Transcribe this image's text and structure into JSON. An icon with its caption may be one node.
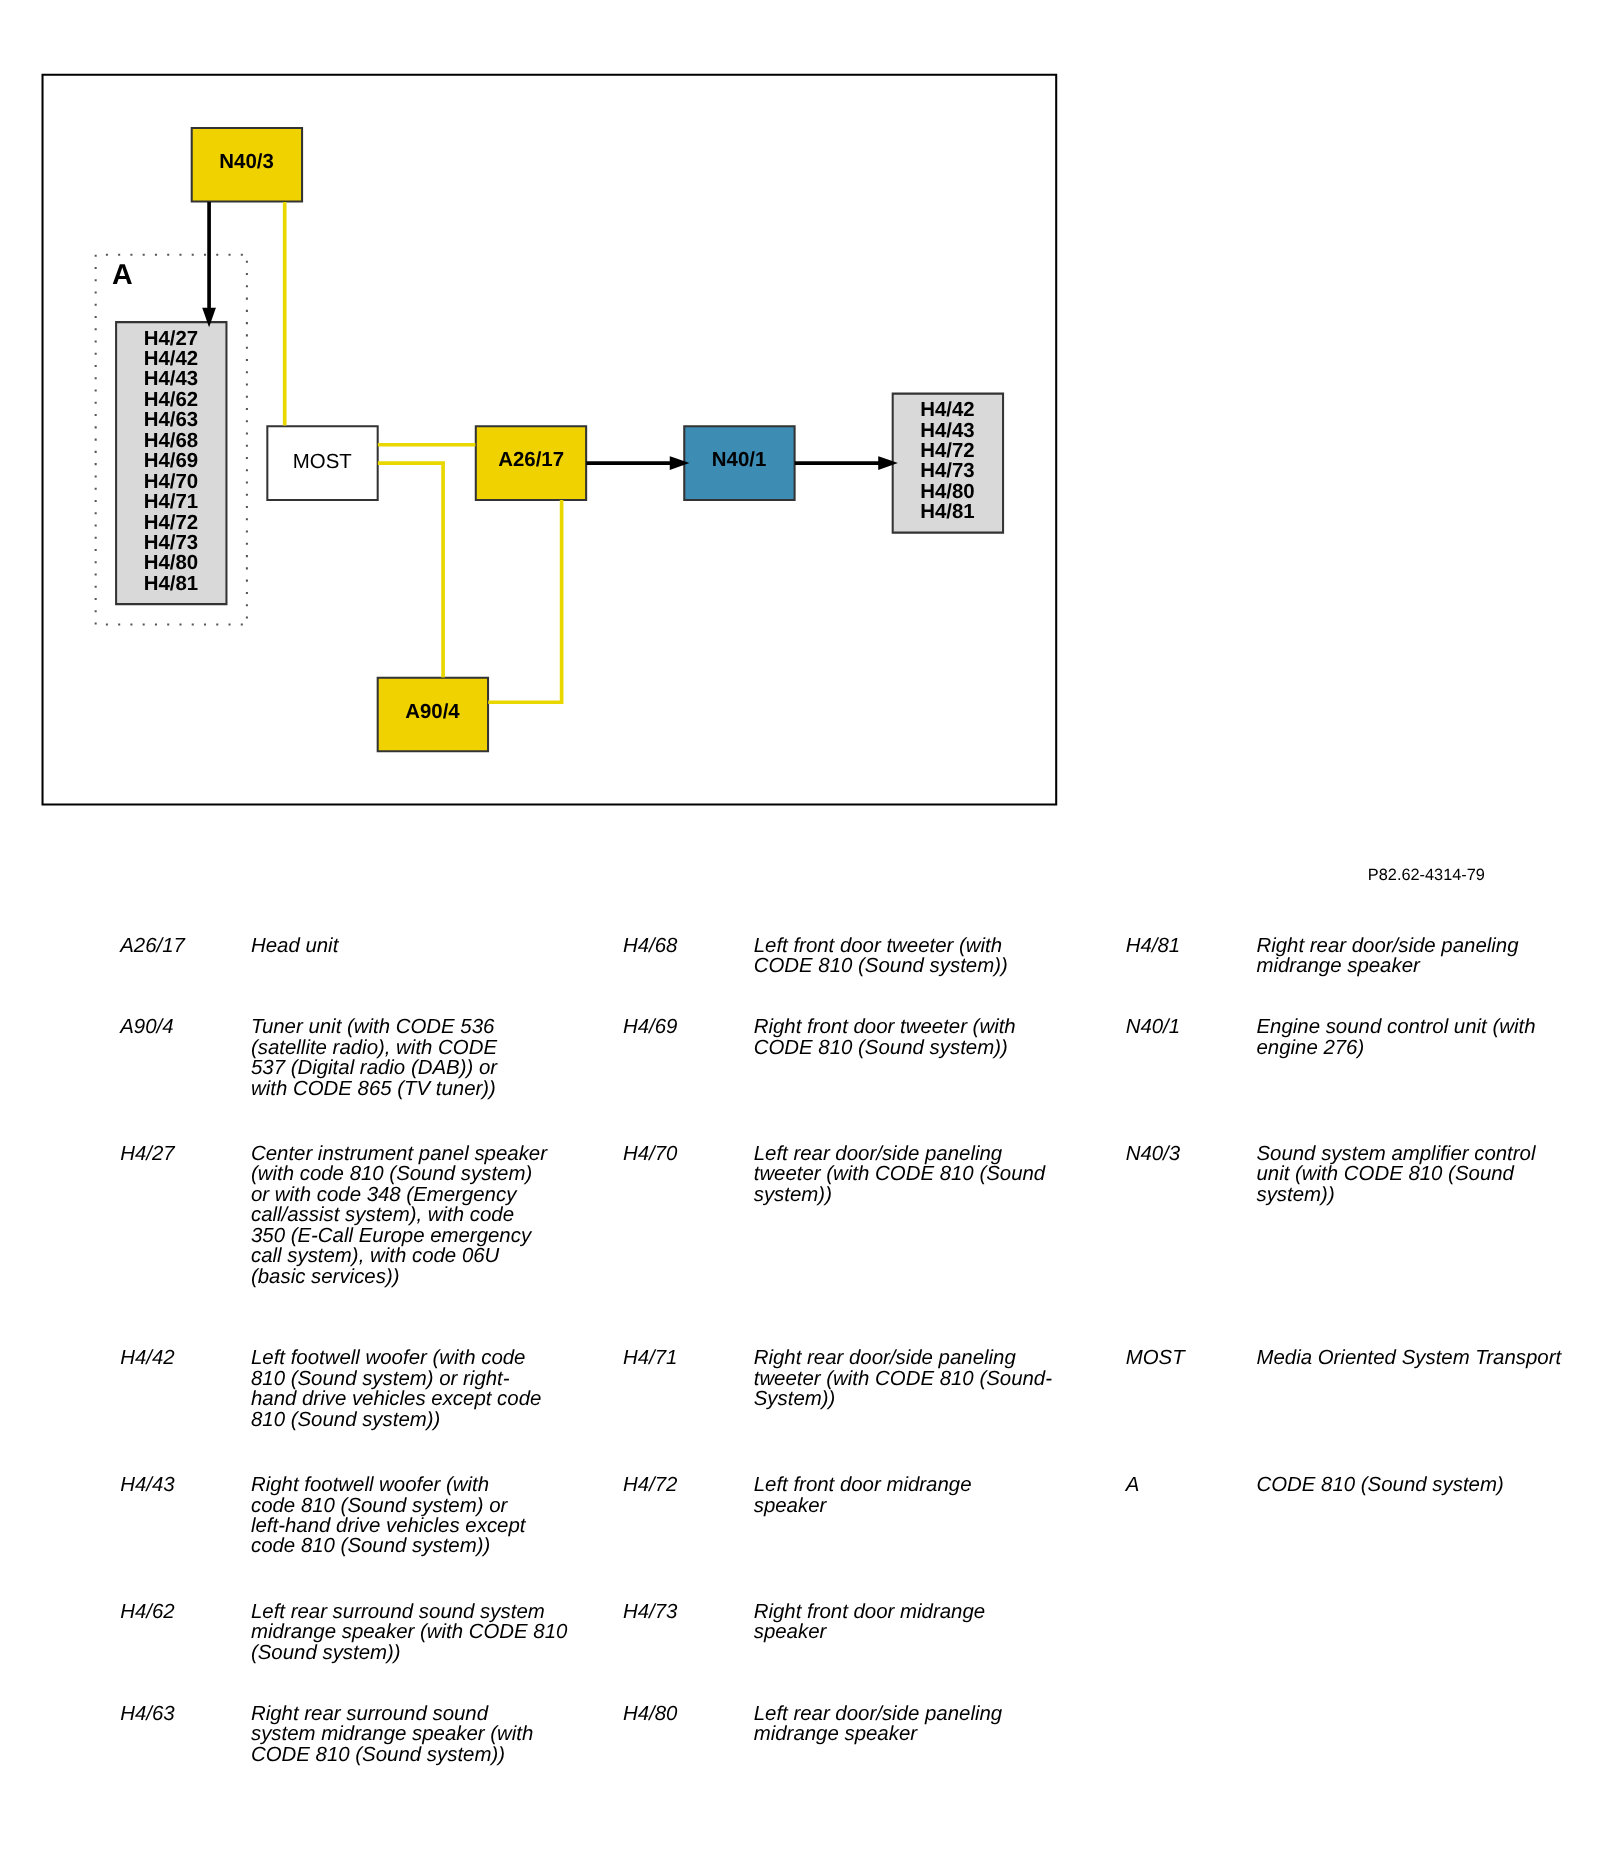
{
  "diagram": {
    "nodes": [
      {
        "text": [],
        "shape": "box"
      },
      {
        "text": [
          "A"
        ],
        "in": 0
      },
      {
        "text": [
          "H4/27",
          "H4/42",
          "H4/43",
          "H4/62",
          "H4/63",
          "H4/68",
          "H4/69",
          "H4/70",
          "H4/71",
          "H4/72",
          "H4/73",
          "H4/80",
          "H4/81"
        ],
        "in": 1
      },
      {
        "text": [
          "N40/3"
        ],
        "in": 0
      },
      {
        "text": [
          "MOST"
        ],
        "in": 0
      },
      {
        "text": [
          "A26/17"
        ],
        "in": 0
      },
      {
        "text": [
          "N40/1"
        ],
        "in": 0
      },
      {
        "text": [
          "H4/42",
          "H4/43",
          "H4/72",
          "H4/73",
          "H4/80",
          "H4/81"
        ],
        "in": 0
      },
      {
        "text": [
          "A90/4"
        ],
        "in": 0
      }
    ],
    "edges": [
      {
        "from": 3,
        "to": 2,
        "arrow": "to",
        "color": "#000000"
      },
      {
        "from": 3,
        "to": 4,
        "arrow": "none",
        "color": "#e8d800"
      },
      {
        "from": 4,
        "to": 5,
        "arrow": "none",
        "color": "#e8d800"
      },
      {
        "from": 8,
        "to": 5,
        "arrow": "none",
        "color": "#e8d800"
      },
      {
        "from": 8,
        "to": 4,
        "arrow": "none",
        "color": "#e8d800"
      },
      {
        "from": 5,
        "to": 6,
        "arrow": "to",
        "color": "#000000"
      },
      {
        "from": 6,
        "to": 7,
        "arrow": "to",
        "color": "#000000"
      }
    ],
    "labels": [
      "P82.62-4314-79",
      "A26/17",
      "Head unit",
      "H4/68",
      "Left front door tweeter (with CODE 810 (Sound system))",
      "H4/81",
      "Right rear door/side paneling midrange speaker",
      "A90/4",
      "Tuner unit (with CODE 536 (satellite radio), with CODE 537 (Digital radio (DAB)) or with CODE 865 (TV tuner))",
      "H4/69",
      "Right front door tweeter (with CODE 810 (Sound system))",
      "N40/1",
      "Engine sound control unit (with engine 276)",
      "H4/27",
      "Center instrument panel speaker (with code 810 (Sound system) or with code 348 (Emergency call/assist system), with code 350 (E-Call Europe emergency call system), with code 06U (basic services))",
      "H4/70",
      "Left rear door/side paneling tweeter (with CODE 810 (Sound system))",
      "N40/3",
      "Sound system amplifier control unit (with CODE 810 (Sound system))",
      "H4/42",
      "Left footwell woofer (with code 810 (Sound system) or right-hand drive vehicles except code 810 (Sound system))",
      "H4/71",
      "Right rear door/side paneling tweeter (with CODE 810 (Sound-System))",
      "MOST",
      "Media Oriented System Transport",
      "H4/43",
      "Right footwell woofer (with code 810 (Sound system) or left-hand drive vehicles except code 810 (Sound system))",
      "H4/72",
      "Left front door midrange speaker",
      "A",
      "CODE 810 (Sound system)",
      "H4/62",
      "Left rear surround sound system midrange speaker (with CODE 810 (Sound system))",
      "H4/73",
      "Right front door midrange speaker",
      "H4/63",
      "Right rear surround sound system midrange speaker (with CODE 810 (Sound system))",
      "H4/80",
      "Left rear door/side paneling midrange speaker"
    ]
  }
}
